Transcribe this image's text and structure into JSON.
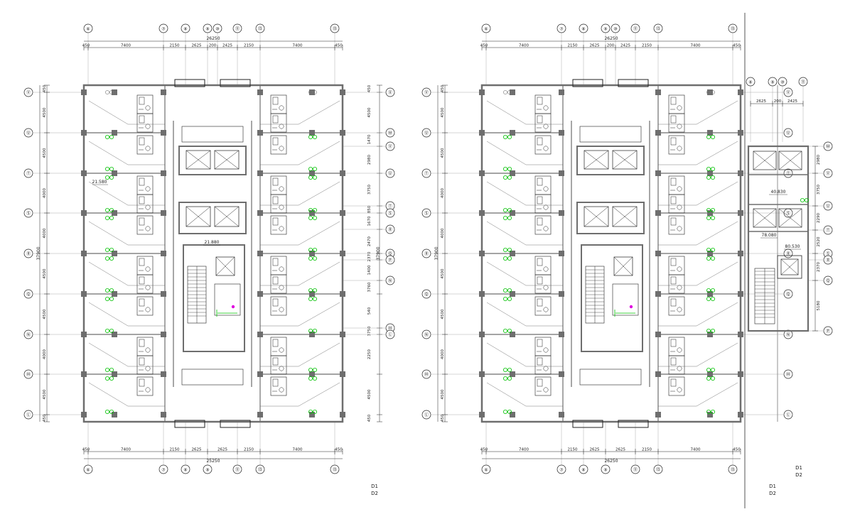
{
  "colors": {
    "background": "#ffffff",
    "line": "#222222",
    "wall": "#6e6e6e",
    "fixture": "#00c000",
    "marker": "#e000e0"
  },
  "plans": [
    {
      "id": "plan-left",
      "top_grid": [
        "⑥",
        "⑦",
        "⑧",
        "⑨",
        "⑩",
        "⑪",
        "⑬",
        "⑮"
      ],
      "bottom_grid": [
        "⑥",
        "⑦",
        "⑧",
        "⑨",
        "⑪",
        "⑬",
        "⑮"
      ],
      "top_total": "26250",
      "bottom_total": "25250",
      "top_dims": [
        "450",
        "7400",
        "2150",
        "2625",
        "200",
        "2425",
        "2150",
        "7400",
        "450"
      ],
      "bottom_dims": [
        "450",
        "7400",
        "2150",
        "2625",
        "2625",
        "2150",
        "7400",
        "450"
      ],
      "left_grid": [
        "Ⓥ",
        "Ⓤ",
        "Ⓣ",
        "Ⓢ",
        "Ⓡ",
        "Ⓠ",
        "Ⓝ",
        "Ⓜ",
        "Ⓛ"
      ],
      "left_total": "37900",
      "left_dims": [
        "450",
        "4500",
        "4500",
        "4000",
        "4000",
        "4500",
        "4500",
        "4000",
        "4500",
        "450"
      ],
      "right_grid": [
        "Ⓧ",
        "Ⓦ",
        "Ⓥ",
        "Ⓤ",
        "Ⓣ",
        "Ⓢ",
        "Ⓡ",
        "Ⓠ",
        "Ⓟ",
        "Ⓝ",
        "Ⓜ",
        "Ⓛ"
      ],
      "right_total": "37900",
      "right_dims": [
        "450",
        "4500",
        "1470",
        "2980",
        "3750",
        "850",
        "1670",
        "2470",
        "2370",
        "1400",
        "3760",
        "540",
        "3750",
        "2250",
        "4500",
        "450"
      ],
      "levels": [
        "21.580",
        "21.880"
      ],
      "sheet_codes": [
        "D1",
        "D2"
      ]
    },
    {
      "id": "plan-right",
      "top_grid": [
        "⑥",
        "⑦",
        "⑧",
        "⑨",
        "⑩",
        "⑪",
        "⑬",
        "⑮"
      ],
      "bottom_grid": [
        "⑥",
        "⑦",
        "⑧",
        "⑨",
        "⑪",
        "⑬",
        "⑮"
      ],
      "top_total": "26250",
      "bottom_total": "26250",
      "top_dims": [
        "450",
        "7400",
        "2150",
        "2625",
        "200",
        "2425",
        "2150",
        "7400",
        "450"
      ],
      "bottom_dims": [
        "450",
        "7400",
        "2150",
        "2625",
        "2625",
        "2150",
        "7400",
        "450"
      ],
      "left_grid": [
        "Ⓥ",
        "Ⓤ",
        "Ⓣ",
        "Ⓢ",
        "Ⓡ",
        "Ⓠ",
        "Ⓝ",
        "Ⓜ",
        "Ⓛ"
      ],
      "left_total": "37900",
      "left_dims": [
        "450",
        "4500",
        "4500",
        "4000",
        "4000",
        "4500",
        "4500",
        "4000",
        "4500",
        "450"
      ],
      "levels": [],
      "sheet_codes": [
        "D1",
        "D2"
      ]
    }
  ],
  "core_plan": {
    "top_grid": [
      "⑧",
      "⑨",
      "⑩",
      "⑪"
    ],
    "top_dims": [
      "2625",
      "200",
      "2425"
    ],
    "right_grid": [
      "Ⓦ",
      "Ⓥ",
      "Ⓤ",
      "Ⓣ",
      "Ⓢ",
      "Ⓡ",
      "Ⓠ",
      "Ⓟ"
    ],
    "right_dims": [
      "2980",
      "3750",
      "2290",
      "2520",
      "2370",
      "5180"
    ],
    "levels": [
      "40.830",
      "78.080",
      "80.530"
    ],
    "sheet_codes": [
      "D1",
      "D2"
    ]
  }
}
